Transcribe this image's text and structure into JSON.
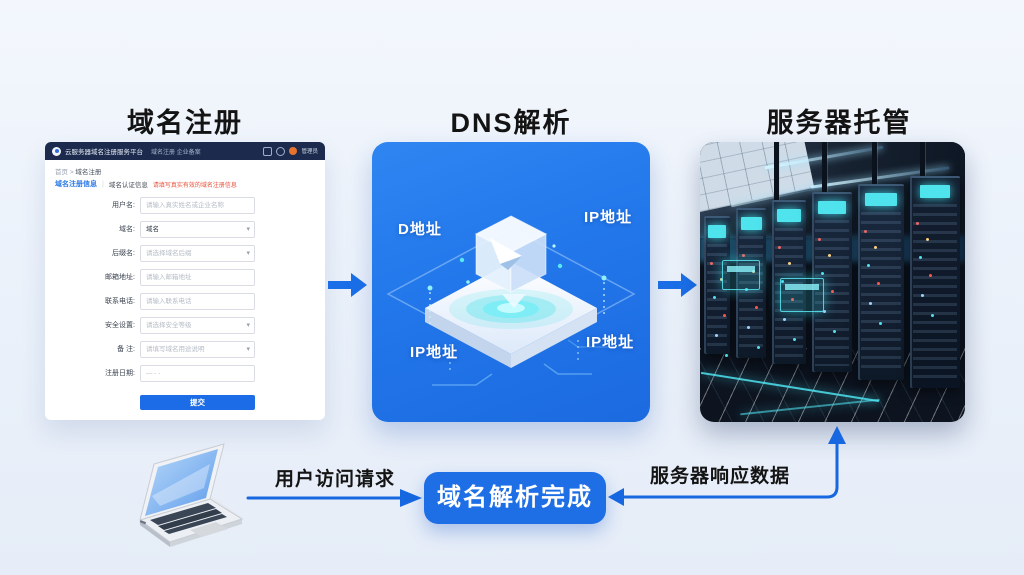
{
  "titles": {
    "registration": "域名注册",
    "dns": "DNS解析",
    "hosting": "服务器托管"
  },
  "registration_window": {
    "brand": "云服务器域名注册服务平台",
    "nav": "域名注册  企业备案",
    "user_label": "管理员",
    "breadcrumb_home": "首页",
    "breadcrumb_sep": ">",
    "breadcrumb_current": "域名注册",
    "tab_active": "域名注册信息",
    "tab_divider": "|",
    "tab_secondary": "域名认证信息",
    "notice": "请填写真实有效的域名注册信息",
    "fields": [
      {
        "label": "用户名:",
        "value": "",
        "placeholder": "请输入真实姓名或企业名称",
        "type": "input"
      },
      {
        "label": "域名:",
        "value": "域名",
        "placeholder": "",
        "type": "select"
      },
      {
        "label": "后缀名:",
        "value": "",
        "placeholder": "请选择域名后缀",
        "type": "select"
      },
      {
        "label": "邮箱地址:",
        "value": "",
        "placeholder": "请输入邮箱地址",
        "type": "input"
      },
      {
        "label": "联系电话:",
        "value": "",
        "placeholder": "请输入联系电话",
        "type": "input"
      },
      {
        "label": "安全设置:",
        "value": "",
        "placeholder": "请选择安全等级",
        "type": "select"
      },
      {
        "label": "备 注:",
        "value": "",
        "placeholder": "请填写域名用途说明",
        "type": "select"
      },
      {
        "label": "注册日期:",
        "value": "—    -  -",
        "placeholder": "",
        "type": "date"
      }
    ],
    "submit_label": "提交"
  },
  "dns_card": {
    "labels": {
      "top_left": "D地址",
      "top_right": "IP地址",
      "bottom_left": "IP地址",
      "bottom_right": "IP地址"
    }
  },
  "flow": {
    "request_label": "用户访问请求",
    "complete_label": "域名解析完成",
    "response_label": "服务器响应数据"
  },
  "colors": {
    "background": "#eaf1fa",
    "accent_blue": "#1a6fe8",
    "dns_card_blue": "#2277ea",
    "navy_header": "#1c2b4d",
    "notice_red": "#e8503a",
    "button_blue": "#1e6fe6",
    "glow_cyan": "#4fe3ee"
  }
}
